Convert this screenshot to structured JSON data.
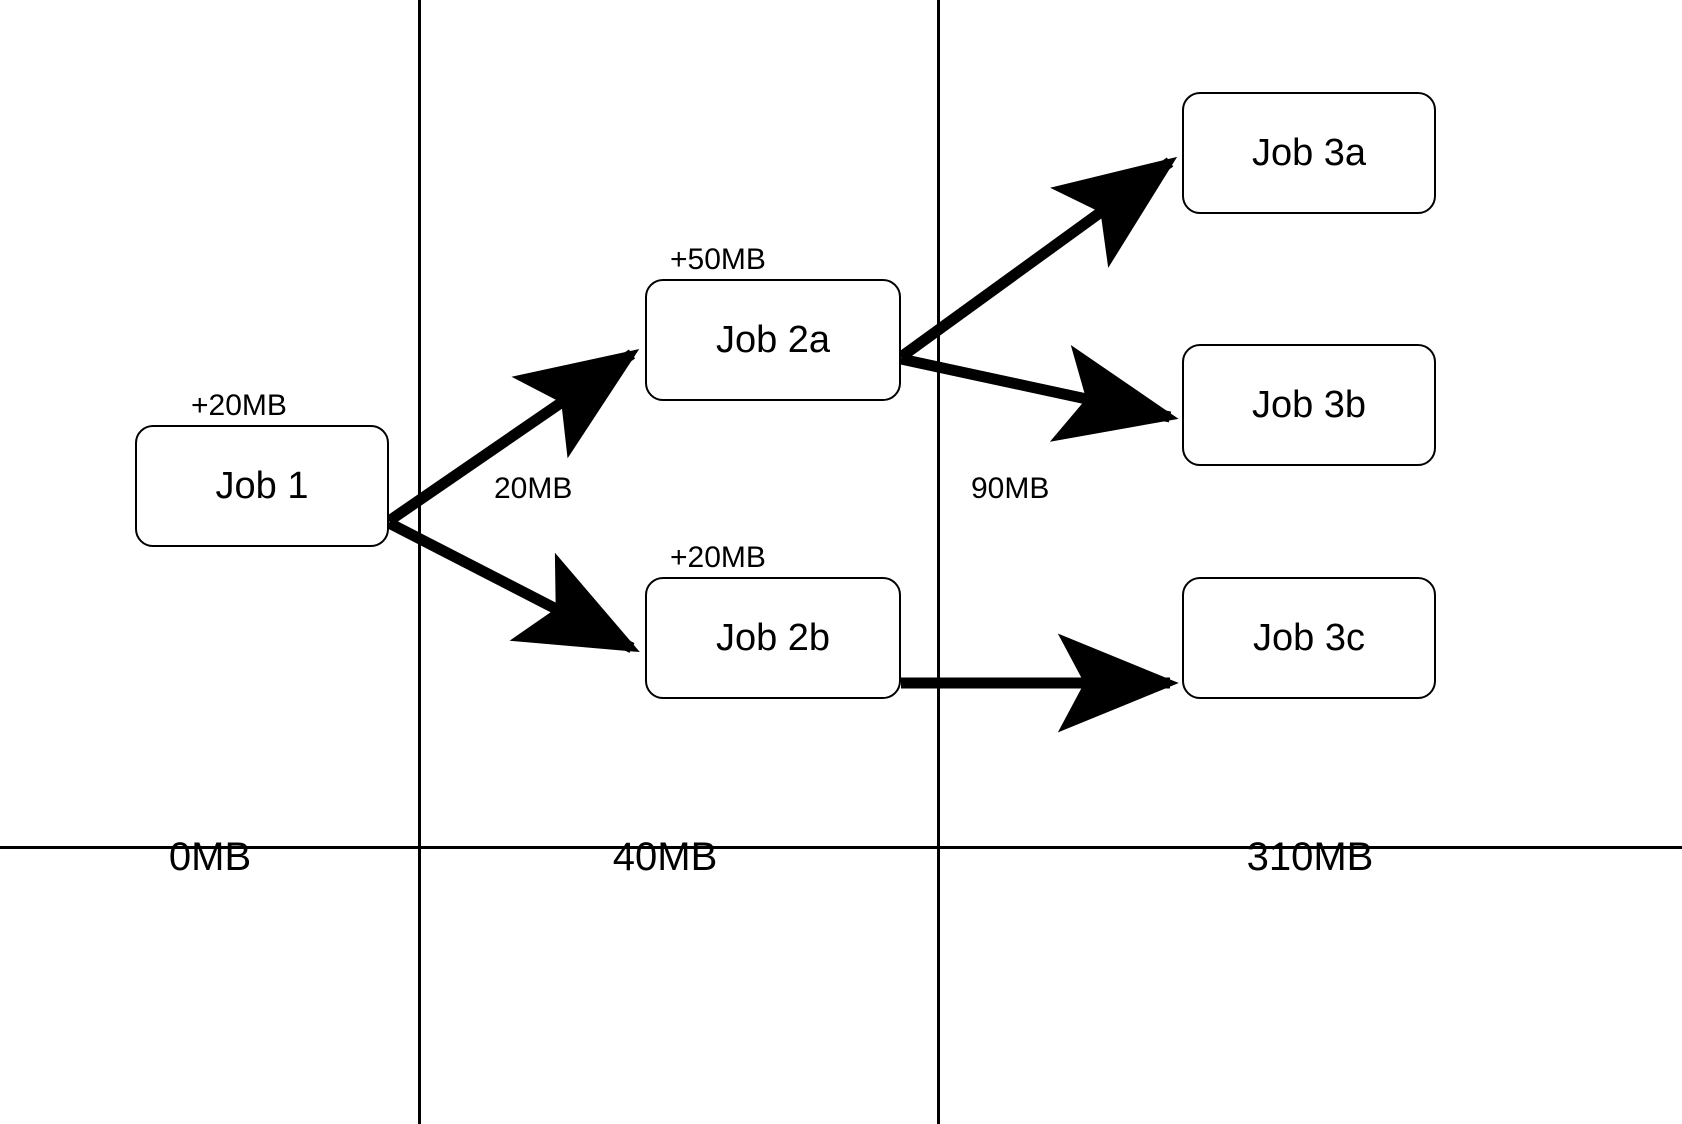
{
  "diagram": {
    "type": "job-dependency-memory-diagram",
    "nodes": [
      {
        "id": "job1",
        "label": "Job 1",
        "delta": "+20MB",
        "stage": 0
      },
      {
        "id": "job2a",
        "label": "Job 2a",
        "delta": "+50MB",
        "stage": 1
      },
      {
        "id": "job2b",
        "label": "Job 2b",
        "delta": "+20MB",
        "stage": 1
      },
      {
        "id": "job3a",
        "label": "Job 3a",
        "delta": "",
        "stage": 2
      },
      {
        "id": "job3b",
        "label": "Job 3b",
        "delta": "",
        "stage": 2
      },
      {
        "id": "job3c",
        "label": "Job 3c",
        "delta": "",
        "stage": 2
      }
    ],
    "edges": [
      {
        "from": "job1",
        "to": "job2a",
        "label": ""
      },
      {
        "from": "job1",
        "to": "job2b",
        "label": ""
      },
      {
        "from": "job2a",
        "to": "job3a",
        "label": ""
      },
      {
        "from": "job2a",
        "to": "job3b",
        "label": ""
      },
      {
        "from": "job2b",
        "to": "job3c",
        "label": ""
      }
    ],
    "edge_labels": [
      {
        "id": "edge-label-20mb",
        "text": "20MB"
      },
      {
        "id": "edge-label-90mb",
        "text": "90MB"
      }
    ],
    "axis": {
      "columns": [
        {
          "id": "col-0",
          "label": "0MB"
        },
        {
          "id": "col-40",
          "label": "40MB"
        },
        {
          "id": "col-310",
          "label": "310MB"
        }
      ]
    },
    "colors": {
      "stroke": "#000000",
      "fill": "#ffffff",
      "text": "#000000",
      "grid": "#000000"
    }
  }
}
